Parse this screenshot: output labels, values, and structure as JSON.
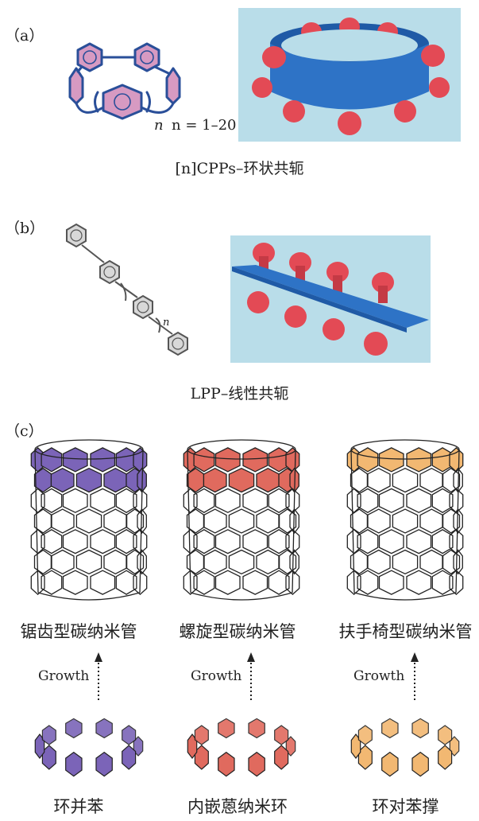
{
  "panels": {
    "a": {
      "label": "（a）",
      "n_symbol": "n",
      "n_range": "n = 1–20",
      "caption": "[n]CPPs–环状共轭"
    },
    "b": {
      "label": "（b）",
      "n_symbol": "n",
      "caption": "LPP–线性共轭"
    },
    "c": {
      "label": "（c）",
      "growth_label": "Growth",
      "columns": [
        {
          "tube_name": "锯齿型碳纳米管",
          "ring_name": "环并苯",
          "color": "#7b64b8"
        },
        {
          "tube_name": "螺旋型碳纳米管",
          "ring_name": "内嵌蒽纳米环",
          "color": "#e06a5e"
        },
        {
          "tube_name": "扶手椅型碳纳米管",
          "ring_name": "环对苯撑",
          "color": "#f2b872"
        }
      ]
    }
  },
  "colors": {
    "backdrop": "#b9dde9",
    "band": "#2e73c6",
    "lobe": "#e34a55",
    "pink_ring": "#d79ac2",
    "bond": "#2a4f99"
  }
}
